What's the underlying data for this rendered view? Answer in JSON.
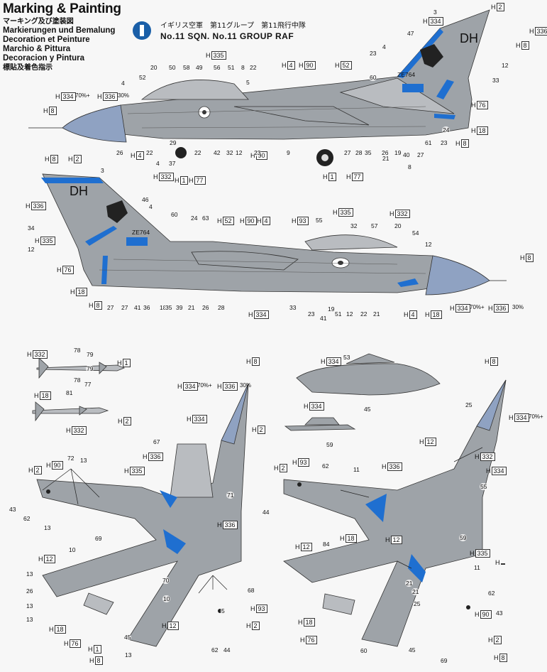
{
  "header": {
    "title": "Marking & Painting",
    "lines": [
      "マーキング及び塗装図",
      "Markierungen und Bemalung",
      "Decoration et Peinture",
      "Marchio & Pittura",
      "Decoracion y Pintura",
      "標貼及着色指示"
    ]
  },
  "unit": {
    "badge_number": "1",
    "jp": "イギリス空軍　第11グループ　第11飛行中隊",
    "en": "No.11 SQN. No.11 GROUP RAF"
  },
  "aircraft": {
    "code": "DH",
    "serial": "ZE764"
  },
  "colors": {
    "light_gray": "H334",
    "dark_gray": "H336",
    "nose": "H334 70%+H336 30%",
    "accent_blue": "#1f6fd0"
  },
  "labels": {
    "mix": "70%+",
    "mix2": "30%",
    "h": "H",
    "paint": [
      "1",
      "2",
      "4",
      "8",
      "12",
      "18",
      "52",
      "76",
      "77",
      "90",
      "93",
      "332",
      "334",
      "335",
      "336"
    ]
  },
  "callouts": {
    "top_side": [
      "20",
      "50",
      "58",
      "49",
      "56",
      "51",
      "8",
      "22",
      "52",
      "4",
      "23",
      "60",
      "3",
      "47",
      "4",
      "12",
      "33",
      "5",
      "26",
      "22",
      "4",
      "37",
      "29",
      "22",
      "42",
      "32",
      "12",
      "23",
      "9",
      "27",
      "28",
      "35",
      "26",
      "19",
      "40",
      "27",
      "61",
      "23",
      "24",
      "21",
      "8"
    ],
    "bottom_side": [
      "3",
      "46",
      "4",
      "60",
      "24",
      "63",
      "55",
      "32",
      "57",
      "20",
      "54",
      "12",
      "34",
      "12",
      "27",
      "27",
      "41",
      "36",
      "18",
      "35",
      "39",
      "21",
      "26",
      "28",
      "33",
      "23",
      "41",
      "22",
      "21",
      "19",
      "51",
      "12"
    ],
    "missiles": [
      "78",
      "79",
      "79",
      "78",
      "77",
      "81"
    ],
    "pods": [
      "53",
      "45",
      "59"
    ],
    "planform_left": [
      "67",
      "72",
      "13",
      "71",
      "43",
      "62",
      "13",
      "69",
      "10",
      "13",
      "26",
      "70",
      "13",
      "13",
      "68",
      "5",
      "10",
      "45",
      "13",
      "62",
      "44"
    ],
    "planform_right": [
      "62",
      "11",
      "44",
      "84",
      "25",
      "55",
      "59",
      "11",
      "21",
      "62",
      "43",
      "21",
      "25",
      "60",
      "45",
      "69"
    ]
  }
}
